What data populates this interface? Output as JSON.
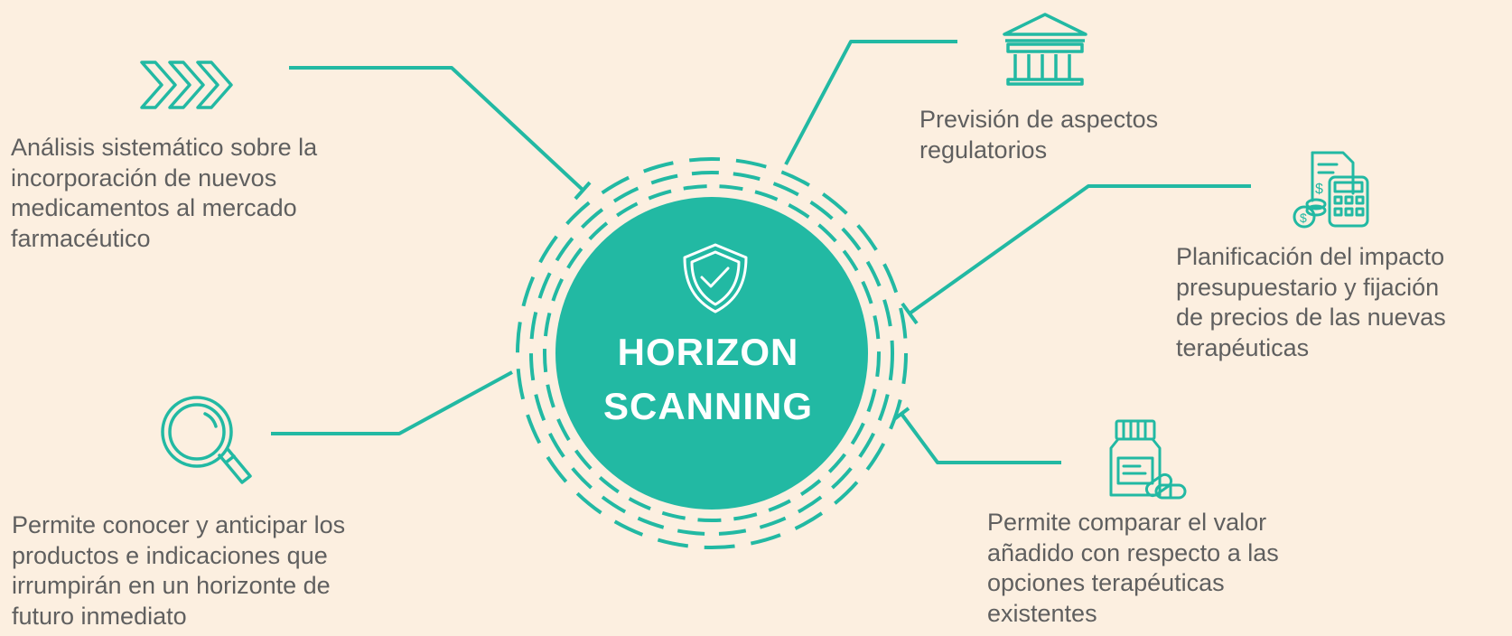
{
  "center": {
    "title": "HORIZON\nSCANNING",
    "icon": "shield-check-icon"
  },
  "items": [
    {
      "id": "analisis",
      "icon": "triple-chevron-icon",
      "text": "Análisis sistemático sobre la\nincorporación de nuevos\nmedicamentos al mercado\nfarmacéutico"
    },
    {
      "id": "anticipar",
      "icon": "magnifier-icon",
      "text": "Permite conocer y anticipar los\nproductos e indicaciones que\nirrumpirán en un horizonte de\nfuturo inmediato"
    },
    {
      "id": "regulatorio",
      "icon": "government-building-icon",
      "text": "Previsión de aspectos\nregulatorios"
    },
    {
      "id": "presupuesto",
      "icon": "calculator-invoice-icon",
      "text": "Planificación del impacto\npresupuestario y fijación\nde precios de las nuevas\nterapéuticas"
    },
    {
      "id": "valor",
      "icon": "medicine-bottle-icon",
      "text": "Permite comparar el valor\nañadido con respecto a las\nopciones terapéuticas\nexistentes"
    }
  ],
  "colors": {
    "accent": "#22b9a3",
    "background": "#fcefe0",
    "text": "#5f5f5f",
    "center_text": "#ffffff"
  }
}
